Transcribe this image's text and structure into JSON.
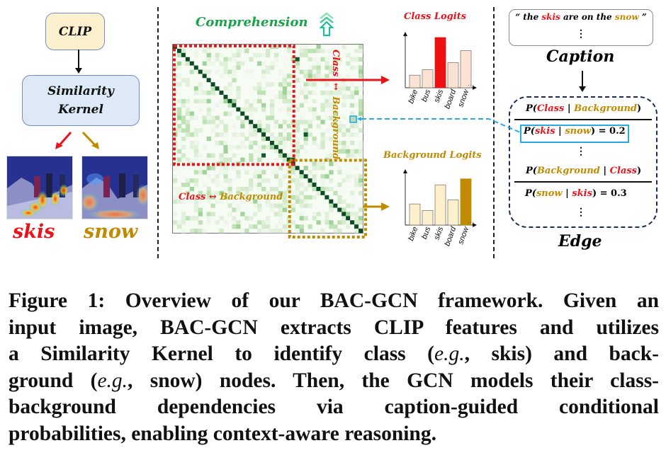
{
  "left_panel": {
    "clip_label": "CLIP",
    "kernel_label_line1": "Similarity",
    "kernel_label_line2": "Kernel",
    "heatmaps": [
      {
        "word": "skis",
        "role": "class",
        "color": "#e8141c"
      },
      {
        "word": "snow",
        "role": "background",
        "color": "#c08b00"
      }
    ]
  },
  "middle_panel": {
    "title": "Comprehension",
    "title_color": "#1aa34a",
    "matrix_size": 45,
    "class_block": {
      "start": 0,
      "end": 27,
      "color": "#e8141c"
    },
    "background_block": {
      "start": 28,
      "end": 44,
      "color": "#c08b00"
    },
    "vertical_label": {
      "class": "Class",
      "arrow": "↔",
      "background": "Background"
    },
    "lower_label": {
      "class": "Class",
      "arrow": "↔",
      "background": "Background"
    },
    "highlight_cell_color": "#29abe2"
  },
  "chart_data": [
    {
      "type": "bar",
      "title": "Class Logits",
      "categories": [
        "bike",
        "bus",
        "skis",
        "board",
        "snow"
      ],
      "values": [
        0.25,
        0.36,
        1.0,
        0.5,
        0.74
      ],
      "highlight": "skis",
      "highlight_color": "#ee1111",
      "bar_color": "#fbe3d4",
      "ellipsis": "...",
      "xlabel": "",
      "ylabel": "",
      "ylim": [
        0,
        1.1
      ]
    },
    {
      "type": "bar",
      "title": "Background Logits",
      "categories": [
        "bike",
        "bus",
        "skis",
        "board",
        "snow"
      ],
      "values": [
        0.42,
        0.29,
        0.8,
        0.5,
        0.92
      ],
      "highlight": "snow",
      "highlight_color": "#c08b00",
      "bar_color": "#fdf0cd",
      "ellipsis": "...",
      "xlabel": "",
      "ylabel": "",
      "ylim": [
        0,
        1.1
      ]
    }
  ],
  "right_panel": {
    "caption_quote_open": "“ the ",
    "caption_word_class": "skis",
    "caption_mid": " are on the ",
    "caption_word_bg": "snow",
    "caption_quote_close": " ”",
    "caption_label": "Caption",
    "edge_label": "Edge",
    "header1": {
      "p": "P(",
      "a": "Class",
      "sep": " | ",
      "b": "Background",
      "close": ")"
    },
    "row1": {
      "p": "P(",
      "a": "skis",
      "sep": " | ",
      "b": "snow",
      "close": ") = 0.2"
    },
    "header2": {
      "p": "P(",
      "a": "Background",
      "sep": " | ",
      "b": "Class",
      "close": ")"
    },
    "row2": {
      "p": "P(",
      "a": "snow",
      "sep": " | ",
      "b": "skis",
      "close": ") = 0.3"
    },
    "vdots": "⋮"
  },
  "caption": {
    "lines": [
      "Figure 1: Overview of our BAC-GCN framework. Given an",
      "input image, BAC-GCN extracts CLIP features and utilizes",
      "a Similarity Kernel to identify class (",
      "ground (",
      "background dependencies via caption-guided conditional",
      "probabilities, enabling context-aware reasoning."
    ],
    "line3_eg": "e.g.",
    "line3_rest": ", skis) and back-",
    "line4_eg": "e.g.",
    "line4_rest": ", snow) nodes. Then, the GCN models their class-"
  }
}
